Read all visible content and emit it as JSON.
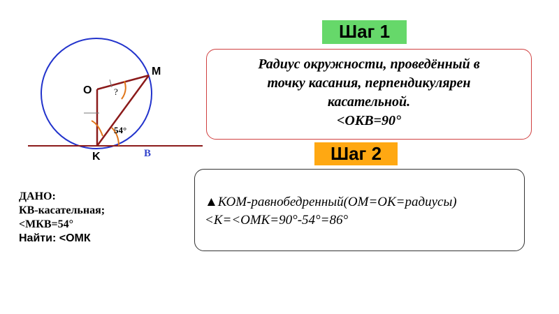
{
  "diagram": {
    "label_o": "O",
    "label_m": "M",
    "label_k": "K",
    "label_b": "B",
    "angle_question": "?",
    "angle_given": "54°"
  },
  "step1": {
    "badge": "Шаг 1",
    "lines": [
      "Радиус окружности, проведённый в",
      "точку касания, перпендикулярен",
      "касательной.",
      "<OKB=90°"
    ]
  },
  "step2": {
    "badge": "Шаг 2",
    "lines": [
      "▲КОМ-равнобедренный(ОМ=ОК=радиусы)",
      "<K=<ОМК=90°-54°=86°"
    ]
  },
  "given": {
    "title": "ДАНО:",
    "line1": "КВ-касательная;",
    "line2": "<МКВ=54°",
    "find": "Найти: <ОМК"
  },
  "colors": {
    "step1_badge": "#66d86a",
    "step2_badge": "#ffa812",
    "circle": "#2233cc",
    "segments": "#8b1a1a",
    "arc_marks": "#e0761a",
    "point_b": "#3344cc"
  }
}
